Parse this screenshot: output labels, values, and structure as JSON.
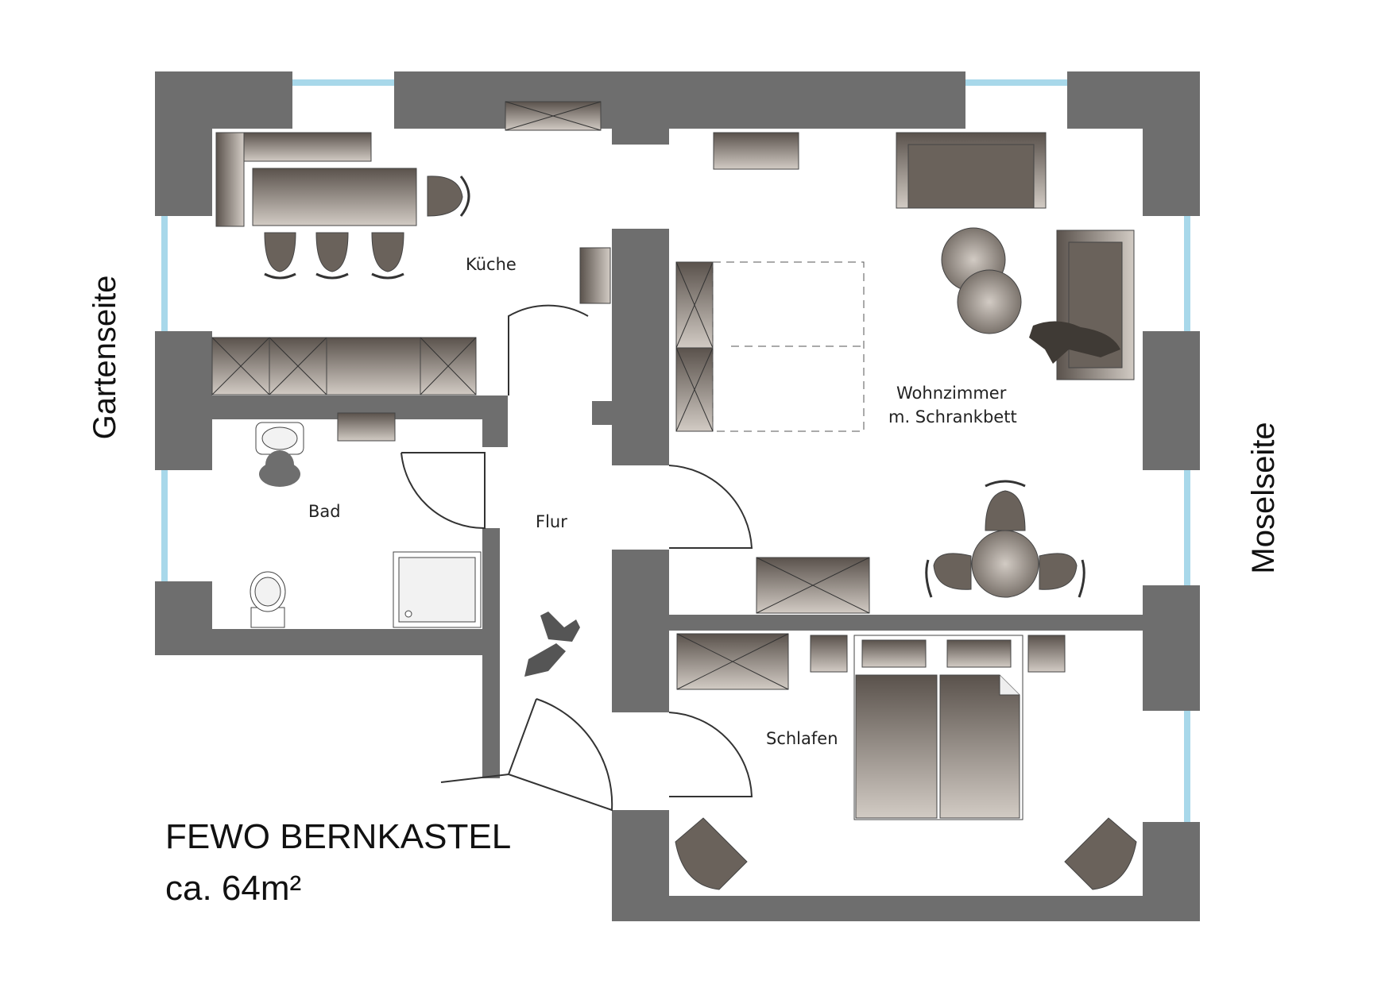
{
  "plan": {
    "title": "FEWO BERNKASTEL",
    "area": "ca. 64m²",
    "side_left": "Gartenseite",
    "side_right": "Moselseite",
    "rooms": {
      "kitchen": "Küche",
      "living_line1": "Wohnzimmer",
      "living_line2": "m. Schrankbett",
      "bath": "Bad",
      "hall": "Flur",
      "bedroom": "Schlafen"
    }
  },
  "colors": {
    "wall": "#6e6e6e",
    "window_glass": "#a8d8ea",
    "furniture_dark": "#5a524c",
    "furniture_light": "#c9c2bb"
  }
}
